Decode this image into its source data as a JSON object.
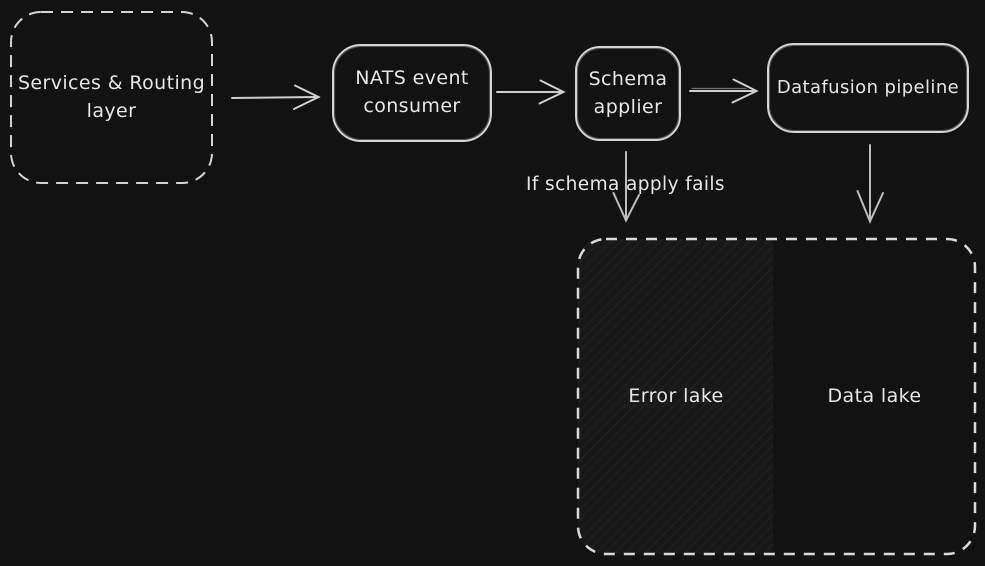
{
  "diagram": {
    "background_color": "#121212",
    "stroke_color": "#d4d4d4",
    "text_color": "#e6e6e6",
    "hatch_color": "#262626",
    "nodes": {
      "services": {
        "label": "Services & Routing\nlayer",
        "border": "dashed"
      },
      "nats": {
        "label": "NATS event\nconsumer",
        "border": "solid"
      },
      "schema": {
        "label": "Schema\napplier",
        "border": "solid"
      },
      "datafusion": {
        "label": "Datafusion pipeline",
        "border": "solid"
      },
      "lakes_container": {
        "label": "",
        "border": "dashed"
      },
      "error_lake": {
        "label": "Error lake",
        "fill": "hatched"
      },
      "data_lake": {
        "label": "Data lake",
        "fill": "none"
      }
    },
    "annotations": {
      "schema_fail": "If schema apply fails"
    },
    "edges": [
      {
        "from": "services",
        "to": "nats"
      },
      {
        "from": "nats",
        "to": "schema"
      },
      {
        "from": "schema",
        "to": "datafusion"
      },
      {
        "from": "schema",
        "to": "error_lake",
        "label": "If schema apply fails"
      },
      {
        "from": "datafusion",
        "to": "data_lake"
      }
    ]
  }
}
